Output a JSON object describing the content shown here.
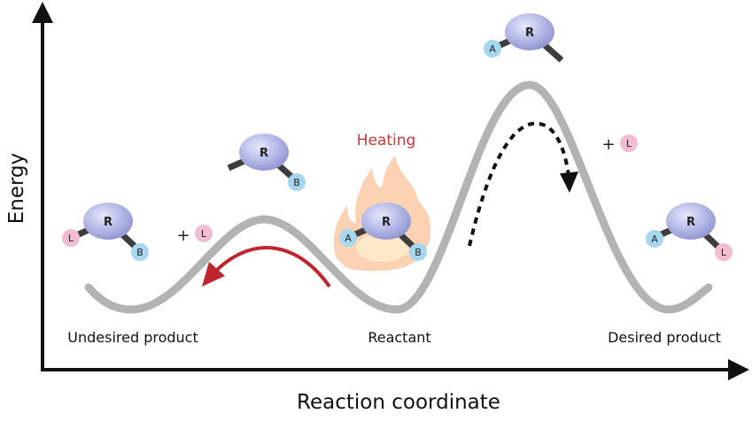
{
  "axes": {
    "x_label": "Reaction coordinate",
    "y_label": "Energy"
  },
  "wells": {
    "undesired": "Undesired product",
    "reactant": "Reactant",
    "desired": "Desired product"
  },
  "heating_label": "Heating",
  "plus_sign": "+",
  "atoms": {
    "R": "R",
    "A": "A",
    "B": "B",
    "L": "L"
  },
  "colors": {
    "curve": "#b3b3b3",
    "red_arrow": "#c0262d",
    "heating_text": "#c7373b",
    "core": "#a9ade0",
    "A": "#a7d6ef",
    "B": "#a7d6ef",
    "L": "#f2bcd2",
    "flame": "#fbd3b4"
  }
}
